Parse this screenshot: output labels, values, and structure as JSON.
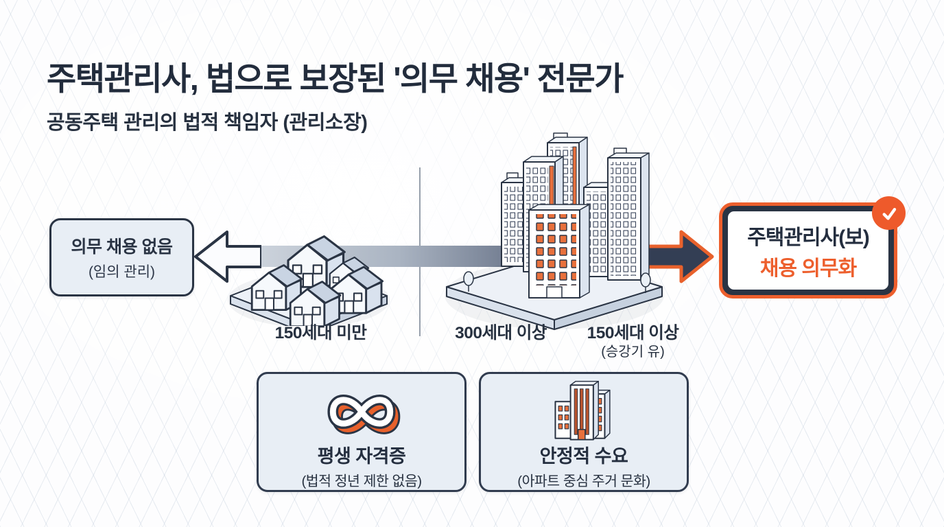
{
  "page": {
    "title": "주택관리사, 법으로 보장된 '의무 채용' 전문가",
    "subtitle": "공동주택 관리의 법적 책임자 (관리소장)"
  },
  "colors": {
    "navy": "#2A3444",
    "accent_orange": "#ED5F2D",
    "panel_bg": "#E8EEF5",
    "band_dark": "#364055"
  },
  "diagram": {
    "left_box": {
      "title": "의무 채용 없음",
      "subtitle": "(임의 관리)"
    },
    "right_box": {
      "title": "주택관리사(보)",
      "highlight": "채용 의무화"
    },
    "labels": {
      "under_150": "150세대 미만",
      "over_300": "300세대 이상",
      "over_150": "150세대 이상",
      "over_150_note": "(승강기 유)"
    },
    "icons": {
      "left_arrow": "arrow-left-icon",
      "right_arrow": "arrow-right-icon",
      "badge": "check-icon",
      "houses": "small-houses-illustration",
      "apartments": "apartment-complex-illustration"
    }
  },
  "benefit_cards": [
    {
      "icon": "infinity-icon",
      "title": "평생 자격증",
      "subtitle": "(법적 정년 제한 없음)"
    },
    {
      "icon": "apartment-buildings-icon",
      "title": "안정적 수요",
      "subtitle": "(아파트 중심 주거 문화)"
    }
  ]
}
